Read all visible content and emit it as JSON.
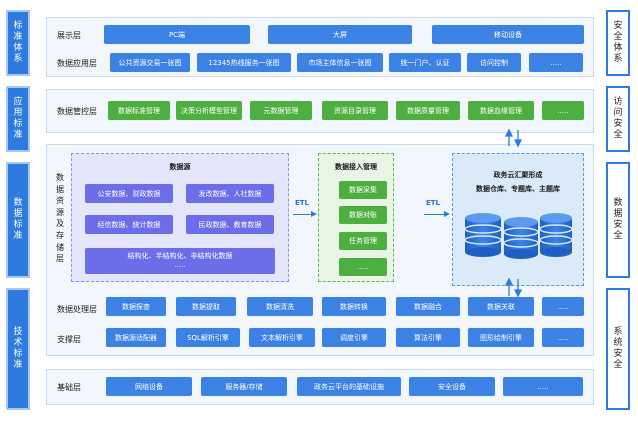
{
  "left_column": [
    "标准体系",
    "应用标准",
    "数据标准",
    "技术标准"
  ],
  "right_column": [
    "安全体系",
    "访问安全",
    "数据安全",
    "系统安全"
  ],
  "layers": {
    "display": {
      "label": "展示层",
      "items": [
        "PC端",
        "大屏",
        "移动设备"
      ]
    },
    "app": {
      "label": "数据应用层",
      "items": [
        "公共资源交易一张图",
        "12345热线服务一张图",
        "市场主体信息一张图",
        "统一门户、认证",
        "访问控制",
        "....."
      ]
    },
    "governance": {
      "label": "数据管控层",
      "items": [
        "数据标准管理",
        "决策分析模型管理",
        "元数据管理",
        "资源目录管理",
        "数据质量管理",
        "数据血缘管理",
        "....."
      ]
    },
    "resource": {
      "label": "数据资源及存储层",
      "source": {
        "title": "数据源",
        "items": [
          "公安数据、财政数据",
          "发改数据、人社数据",
          "经信数据、统计数据",
          "民政数据、教育数据"
        ],
        "wide_line1": "结构化、半结构化、非结构化数据",
        "wide_line2": "....."
      },
      "etl": "ETL",
      "ingest": {
        "title": "数据接入管理",
        "items": [
          "数据采集",
          "数据对账",
          "任务管理",
          "....."
        ]
      },
      "result": {
        "title_line1": "政务云汇聚形成",
        "title_line2": "数据仓库、专题库、主题库"
      }
    },
    "processing": {
      "label": "数据处理层",
      "items": [
        "数据探查",
        "数据提取",
        "数据清洗",
        "数据转换",
        "数据融合",
        "数据关联",
        "....."
      ]
    },
    "support": {
      "label": "支撑层",
      "items": [
        "数据源适配器",
        "SQL解析引擎",
        "文本解析引擎",
        "调度引擎",
        "算法引擎",
        "图形绘制引擎",
        "....."
      ]
    },
    "base": {
      "label": "基础层",
      "items": [
        "网络设备",
        "服务器/存储",
        "政务云平台的基础设施",
        "安全设备",
        "....."
      ]
    }
  },
  "colors": {
    "primary": "#3b82e4",
    "governance": "#4caf3f",
    "source": "#6b6ee8"
  }
}
